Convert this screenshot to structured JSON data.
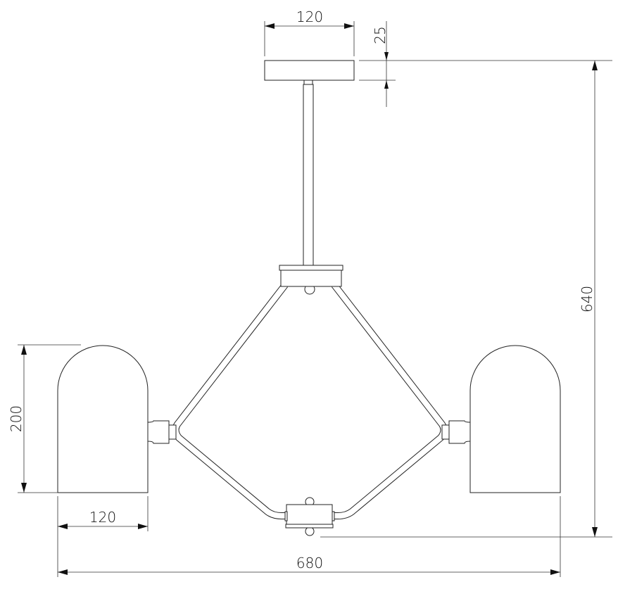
{
  "title": "Chandelier dimension drawing",
  "dimensions": {
    "canopy_width": "120",
    "canopy_height": "25",
    "total_height": "640",
    "shade_height": "200",
    "shade_width": "120",
    "total_width": "680"
  },
  "colors": {
    "line": "#222222",
    "background": "#ffffff"
  }
}
